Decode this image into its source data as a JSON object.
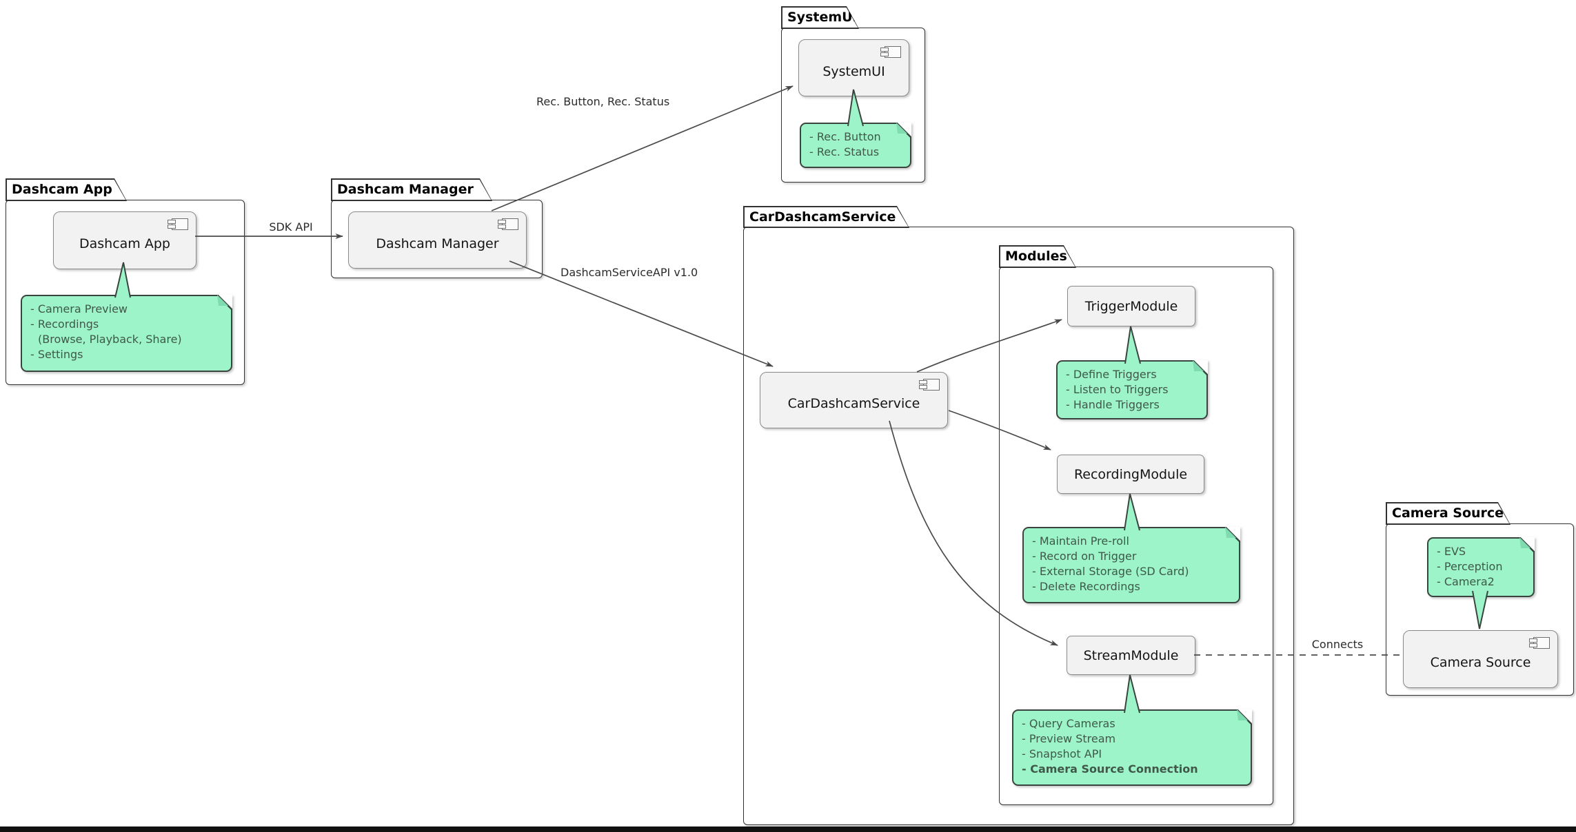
{
  "packages": {
    "dashcam_app": {
      "title": "Dashcam App",
      "component": "Dashcam App"
    },
    "dashcam_manager": {
      "title": "Dashcam Manager",
      "component": "Dashcam Manager"
    },
    "system_ui": {
      "title": "SystemUI",
      "component": "SystemUI"
    },
    "car_dashcam_service": {
      "title": "CarDashcamService",
      "component": "CarDashcamService"
    },
    "modules": {
      "title": "Modules",
      "components": [
        "TriggerModule",
        "RecordingModule",
        "StreamModule"
      ]
    },
    "camera_source": {
      "title": "Camera Source",
      "component": "Camera Source"
    }
  },
  "notes": {
    "dashcam_app": {
      "lines": [
        "- Camera Preview",
        "- Recordings",
        "(Browse, Playback, Share)",
        "- Settings"
      ]
    },
    "system_ui": {
      "lines": [
        "- Rec. Button",
        "- Rec. Status"
      ]
    },
    "trigger_module": {
      "lines": [
        "- Define Triggers",
        "- Listen to Triggers",
        "- Handle Triggers"
      ]
    },
    "recording_module": {
      "lines": [
        "- Maintain Pre-roll",
        "- Record on Trigger",
        "- External Storage (SD Card)",
        "- Delete Recordings"
      ]
    },
    "stream_module": {
      "lines": [
        "- Query Cameras",
        "- Preview Stream",
        "- Snapshot API",
        "- Camera Source Connection"
      ]
    },
    "camera_source": {
      "lines": [
        "- EVS",
        "- Perception",
        "- Camera2"
      ]
    }
  },
  "edges": {
    "sdk_api": "SDK API",
    "rec_button_status": "Rec. Button, Rec. Status",
    "dashcam_service_api": "DashcamServiceAPI v1.0",
    "connects": "Connects"
  },
  "colors": {
    "note_bg": "#9EF4C9",
    "note_border": "#3A443E",
    "note_text": "#3F584A",
    "component_bg": "#F2F2F2",
    "component_border": "#8A8A8A",
    "package_border": "#323232",
    "line": "#4A4A4A",
    "bottom_bar": "#111111"
  }
}
